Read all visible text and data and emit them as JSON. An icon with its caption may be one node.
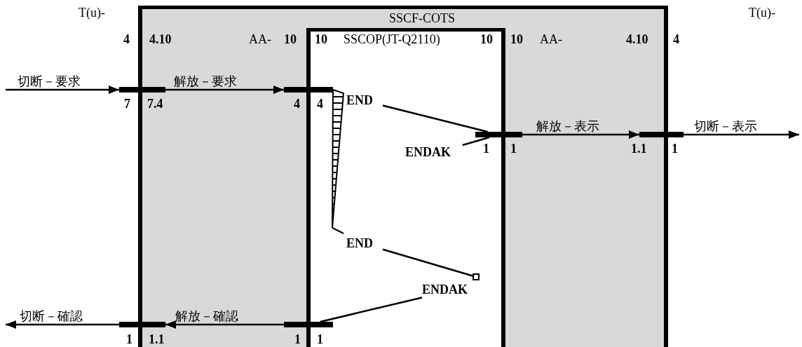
{
  "diagram": {
    "nodes": [
      {
        "text": [
          "SSCF-COTS"
        ]
      },
      {
        "text": [
          "SSCOP(JT-Q2110)"
        ],
        "in": 0
      },
      {
        "text": [],
        "shape": "bar",
        "beside": [
          "7",
          "7.4"
        ]
      },
      {
        "text": [],
        "shape": "bar",
        "beside": [
          "4",
          "4"
        ],
        "in": 0
      },
      {
        "text": [
          "END"
        ],
        "in": 1
      },
      {
        "text": [],
        "shape": "bar",
        "beside": [
          "1",
          "1"
        ],
        "in": 0
      },
      {
        "text": [],
        "shape": "bar",
        "beside": [
          "1.1",
          "1"
        ]
      },
      {
        "text": [
          "ENDAK"
        ],
        "in": 1
      },
      {
        "text": [
          "END"
        ],
        "in": 1
      },
      {
        "text": [],
        "shape": "box",
        "in": 1
      },
      {
        "text": [
          "ENDAK"
        ],
        "in": 1
      },
      {
        "text": [],
        "shape": "bar",
        "beside": [
          "1",
          "1.1"
        ]
      },
      {
        "text": [],
        "shape": "bar",
        "beside": [
          "1",
          "1"
        ],
        "in": 0
      }
    ],
    "edges": [
      {
        "from": null,
        "to": 2,
        "arrow": "to",
        "label": "切断－要求"
      },
      {
        "from": 2,
        "to": 3,
        "arrow": "to",
        "label": "解放－要求"
      },
      {
        "from": 4,
        "to": 5,
        "arrow": "none"
      },
      {
        "from": 5,
        "to": 6,
        "arrow": "to",
        "label": "解放－表示"
      },
      {
        "from": 6,
        "to": null,
        "arrow": "to",
        "label": "切断－表示"
      },
      {
        "from": 5,
        "to": 7,
        "arrow": "none"
      },
      {
        "from": 8,
        "to": 9,
        "arrow": "none"
      },
      {
        "from": 10,
        "to": 12,
        "arrow": "none"
      },
      {
        "from": 12,
        "to": 11,
        "arrow": "to",
        "label": "解放－確認"
      },
      {
        "from": 11,
        "to": null,
        "arrow": "to",
        "label": "切断－確認"
      }
    ],
    "labels": [
      "T(u)-",
      "T(u)-",
      "4",
      "4.10",
      "AA-",
      "10",
      "10",
      "10",
      "10",
      "AA-",
      "4.10",
      "4"
    ]
  }
}
